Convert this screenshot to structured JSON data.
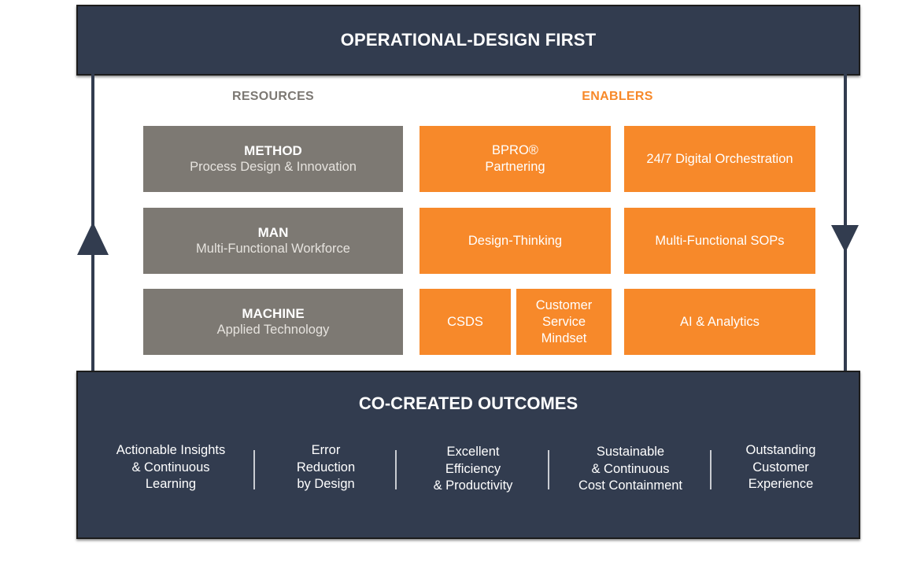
{
  "header": {
    "title": "OPERATIONAL-DESIGN FIRST"
  },
  "resources": {
    "heading": "RESOURCES",
    "items": [
      {
        "title": "METHOD",
        "subtitle": "Process Design & Innovation"
      },
      {
        "title": "MAN",
        "subtitle": "Multi-Functional Workforce"
      },
      {
        "title": "MACHINE",
        "subtitle": "Applied Technology"
      }
    ]
  },
  "enablers": {
    "heading": "ENABLERS",
    "items": [
      "BPRO®\nPartnering",
      "24/7 Digital Orchestration",
      "Design-Thinking",
      "Multi-Functional SOPs",
      "CSDS",
      "Customer\nService\nMindset",
      "AI & Analytics"
    ]
  },
  "outcomes": {
    "title": "CO-CREATED OUTCOMES",
    "items": [
      "Actionable Insights\n& Continuous\nLearning",
      "Error\nReduction\nby Design",
      "Excellent\nEfficiency\n& Productivity",
      "Sustainable\n& Continuous\nCost Containment",
      "Outstanding\nCustomer\nExperience"
    ]
  },
  "colors": {
    "navy": "#323c4f",
    "gray": "#7d7973",
    "orange": "#f7892a"
  },
  "icons": {
    "left_arrow": "arrow-up-icon",
    "right_arrow": "arrow-down-icon"
  }
}
